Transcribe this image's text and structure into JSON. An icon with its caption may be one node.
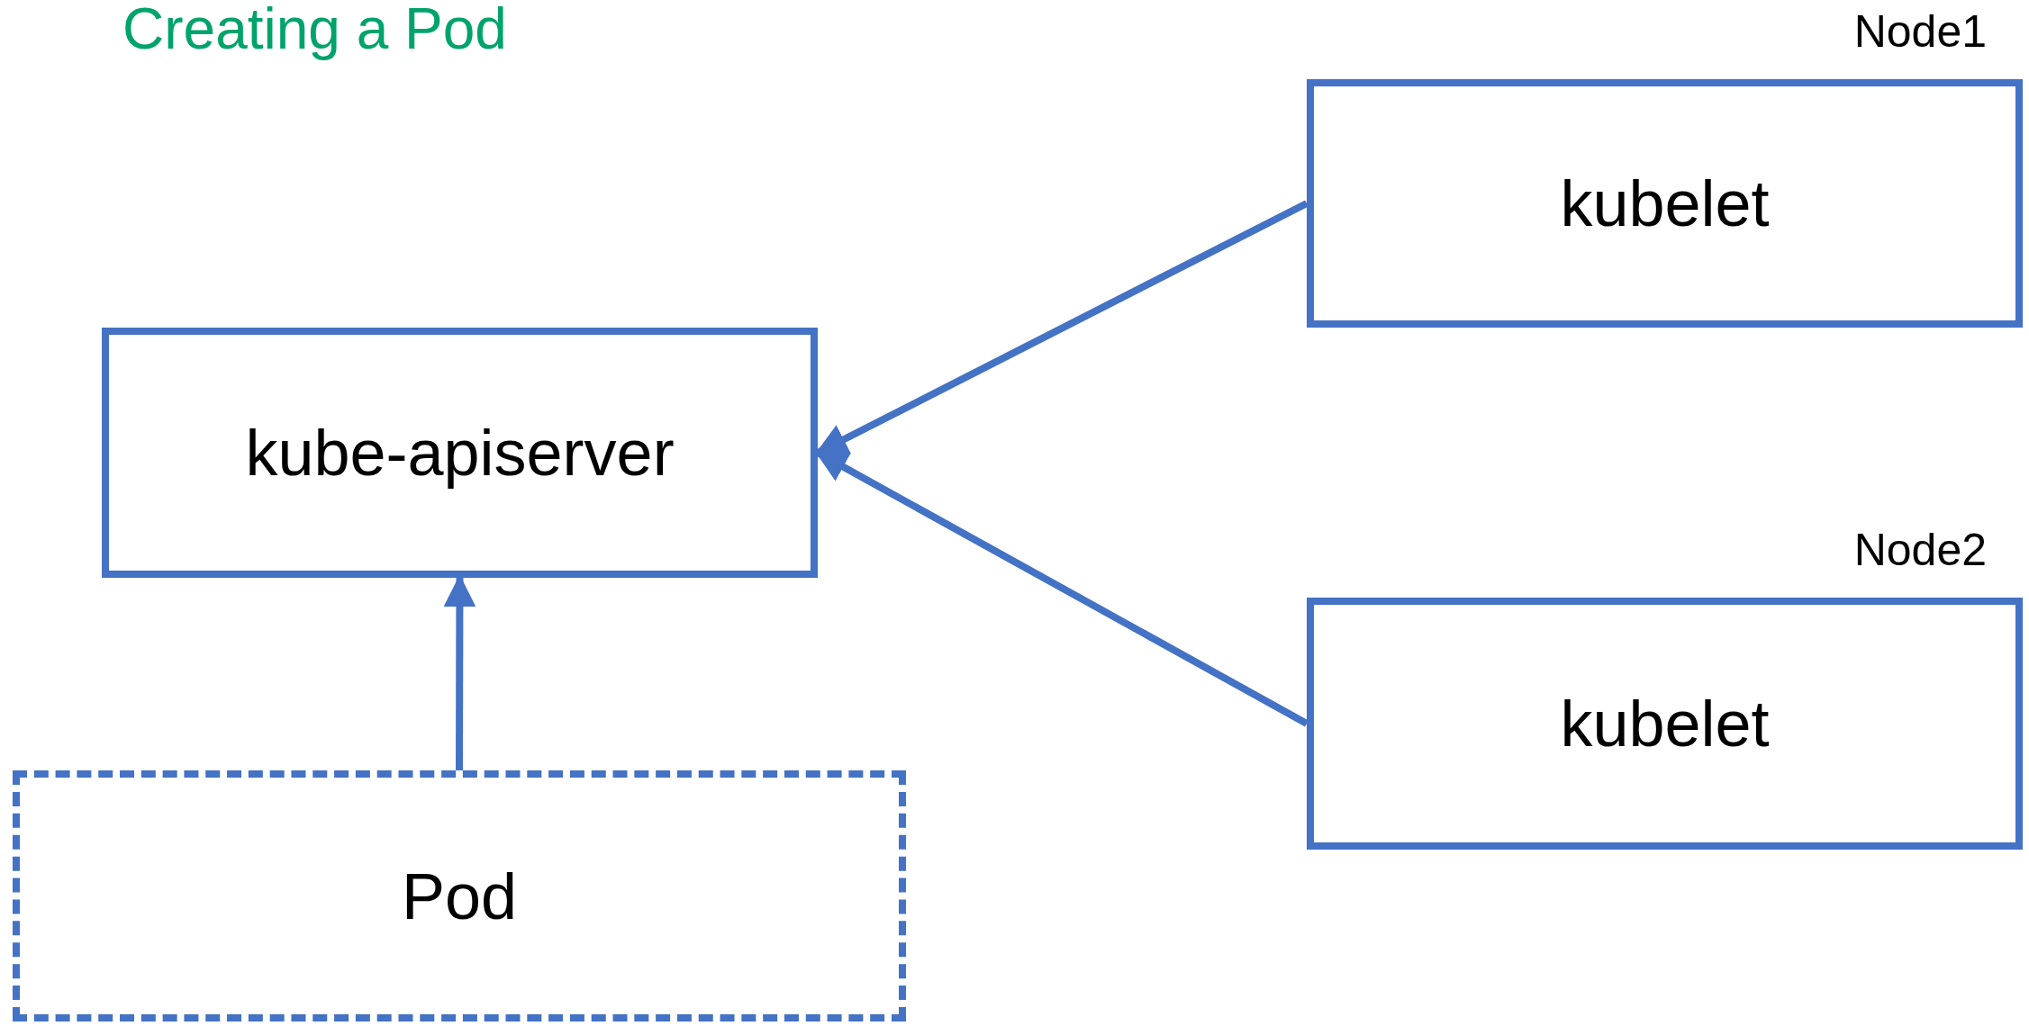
{
  "diagram": {
    "title": "Creating a Pod",
    "nodes": [
      {
        "text": [
          "kube-apiserver"
        ]
      },
      {
        "text": [
          "kubelet"
        ],
        "beside": [
          "Node1"
        ]
      },
      {
        "text": [
          "kubelet"
        ],
        "beside": [
          "Node2"
        ]
      },
      {
        "text": [
          "Pod"
        ]
      }
    ],
    "edges": [
      {
        "from": 1,
        "to": 0,
        "arrow": "to"
      },
      {
        "from": 2,
        "to": 0,
        "arrow": "to"
      },
      {
        "from": 3,
        "to": 0,
        "arrow": "to"
      }
    ]
  }
}
